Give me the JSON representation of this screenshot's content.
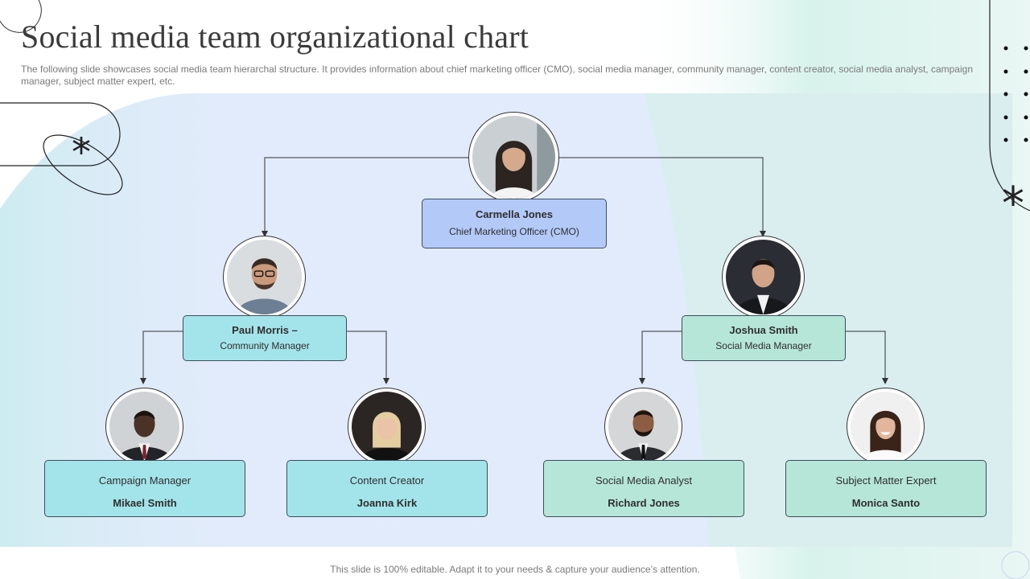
{
  "slide": {
    "title": "Social media team organizational chart",
    "subtitle": "The following slide showcases social media team hierarchal structure. It provides information about chief marketing officer (CMO), social media manager, community manager, content creator, social media analyst, campaign manager, subject matter expert, etc.",
    "footer": "This slide is 100% editable. Adapt it to your needs & capture your audience’s attention."
  },
  "colors": {
    "cmo_box": "#b3c9f8",
    "community_box": "#a3e4ea",
    "social_box": "#b6e6d8",
    "panel": "#e2ebfb",
    "line": "#333333"
  },
  "org": {
    "cmo": {
      "name": "Carmella Jones",
      "role": "Chief Marketing Officer (CMO)",
      "photo": "woman-long-dark-hair-photo"
    },
    "community_manager": {
      "name": "Paul Morris –",
      "role": "Community Manager",
      "photo": "man-glasses-beard-photo"
    },
    "social_media_manager": {
      "name": "Joshua  Smith",
      "role": "Social Media Manager",
      "photo": "man-suit-photo"
    },
    "campaign_manager": {
      "role": "Campaign  Manager",
      "name": "Mikael Smith",
      "photo": "man-suit-tie-photo"
    },
    "content_creator": {
      "role": "Content Creator",
      "name": "Joanna Kirk",
      "photo": "woman-blonde-photo"
    },
    "social_media_analyst": {
      "role": "Social Media Analyst",
      "name": "Richard Jones",
      "photo": "man-beard-suit-photo"
    },
    "subject_matter_expert": {
      "role": "Subject Matter Expert",
      "name": "Monica Santo",
      "photo": "woman-smiling-photo"
    }
  }
}
